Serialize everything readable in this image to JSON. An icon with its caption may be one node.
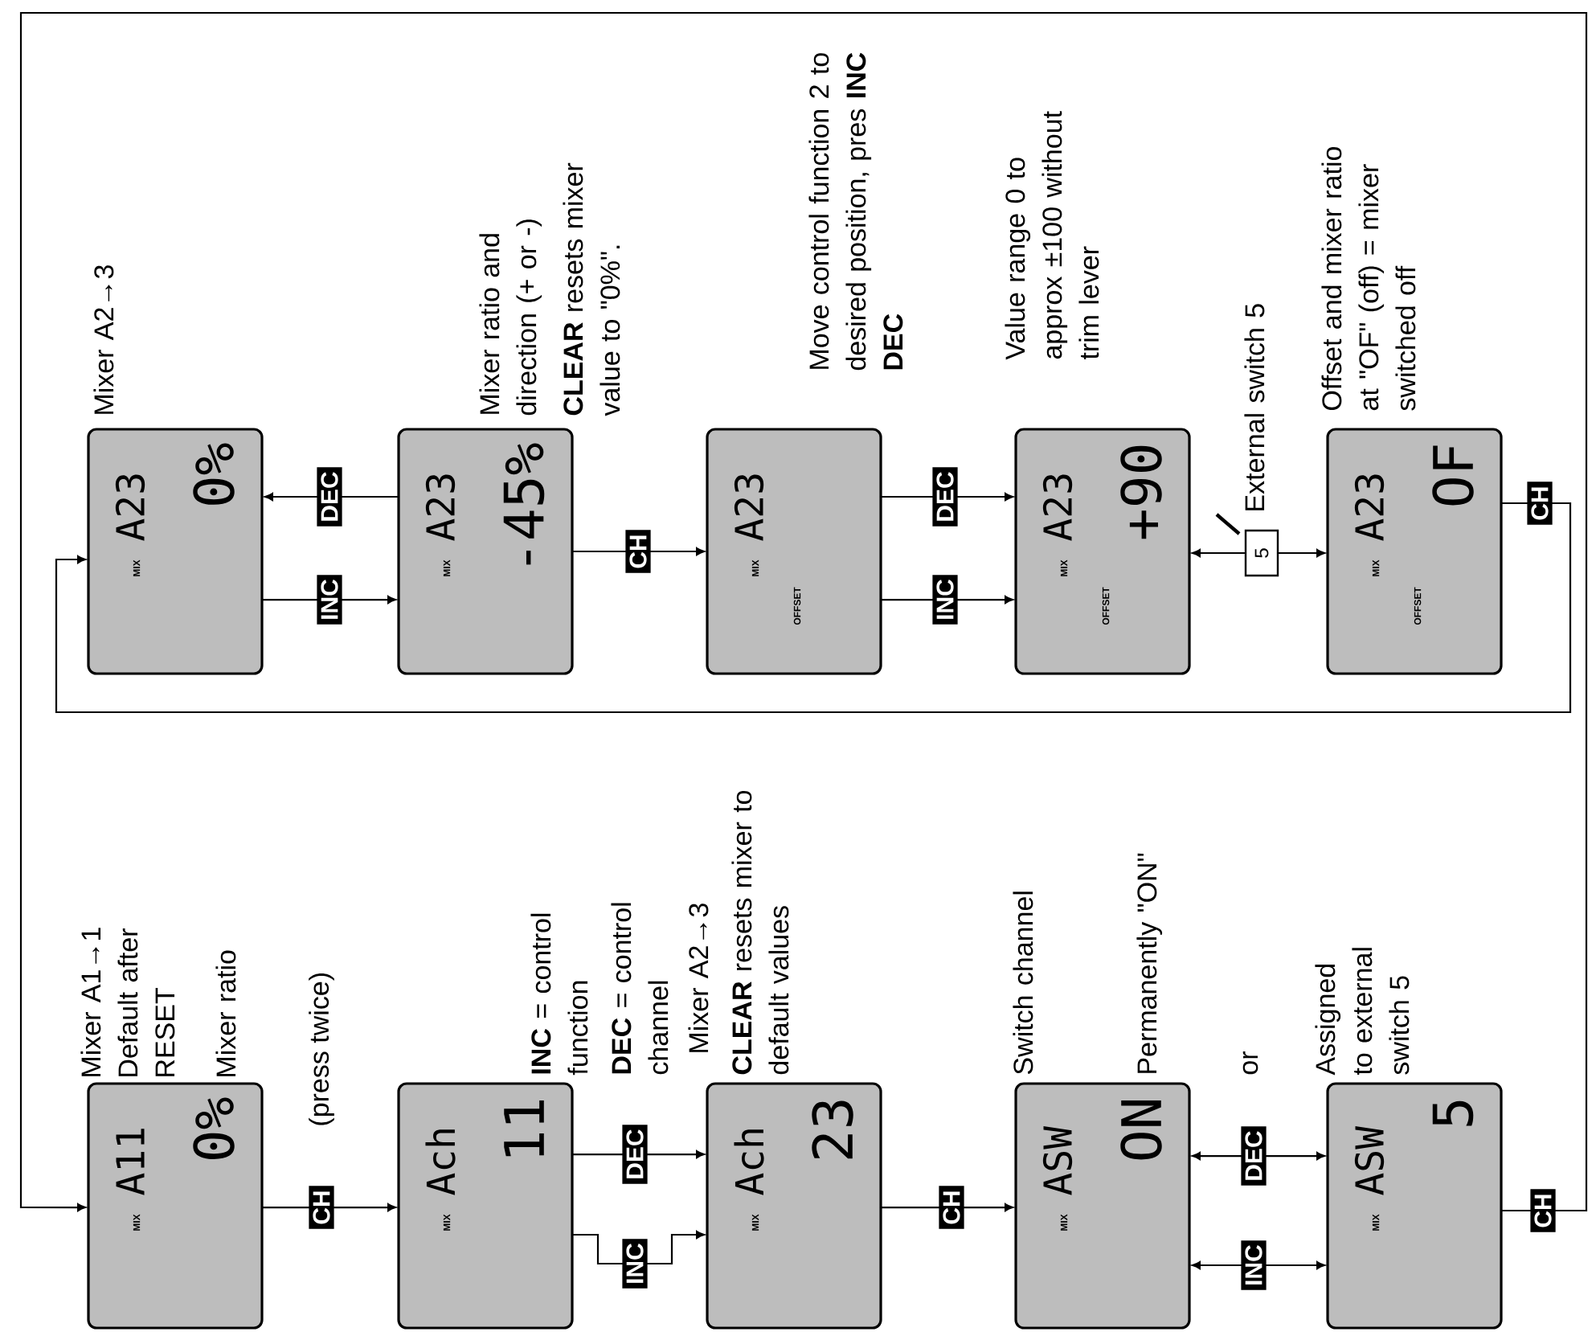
{
  "diagram": {
    "nodes": [
      {
        "text": [
          "MIX",
          "A11",
          "0%"
        ],
        "beside": [
          "Mixer A1→1 Default after RESET",
          "Mixer ratio"
        ]
      },
      {
        "text": [
          "MIX",
          "Ach",
          "11"
        ],
        "beside": [
          "**INC** = control function",
          "**DEC** = control channel"
        ]
      },
      {
        "text": [
          "MIX",
          "Ach",
          "23"
        ],
        "beside": [
          "Mixer A2→3",
          "**CLEAR** resets mixer to default values"
        ]
      },
      {
        "text": [
          "MIX",
          "ASW",
          "ON"
        ],
        "beside": [
          "Switch channel",
          "Permanently \"ON\""
        ]
      },
      {
        "text": [
          "MIX",
          "ASW",
          "5"
        ],
        "beside": [
          "Assigned to external switch 5"
        ]
      },
      {
        "text": [
          "MIX",
          "A23",
          "0%"
        ],
        "beside": [
          "Mixer A2→3"
        ]
      },
      {
        "text": [
          "MIX",
          "A23",
          "-45%"
        ],
        "beside": [
          "Mixer ratio and direction (+ or -)",
          "**CLEAR** resets mixer value to \"0%\"."
        ]
      },
      {
        "text": [
          "MIX",
          "A23",
          "OFFSET"
        ],
        "beside": [
          "Move control function 2 to desired position, pres **INC** **DEC**"
        ]
      },
      {
        "text": [
          "MIX",
          "A23",
          "OFFSET",
          "+90"
        ],
        "beside": [
          "Value range 0 to approx ±100 without trim lever"
        ]
      },
      {
        "text": [
          "5"
        ],
        "beside": [
          "External switch 5"
        ]
      },
      {
        "text": [
          "MIX",
          "A23",
          "OFFSET",
          "OF"
        ],
        "beside": [
          "Offset and mixer ratio at \"OF\" (off) = mixer switched off"
        ]
      }
    ],
    "edges": [
      {
        "from": 0,
        "to": 1,
        "arrow": "to",
        "label": "CH"
      },
      {
        "from": 1,
        "to": 2,
        "arrow": "to",
        "label": "INC"
      },
      {
        "from": 1,
        "to": 2,
        "arrow": "to",
        "label": "DEC"
      },
      {
        "from": 2,
        "to": 3,
        "arrow": "to",
        "label": "CH"
      },
      {
        "from": 3,
        "to": 4,
        "arrow": "both",
        "label": "INC"
      },
      {
        "from": 3,
        "to": 4,
        "arrow": "both",
        "label": "DEC"
      },
      {
        "from": 4,
        "to": 0,
        "arrow": "to",
        "label": "CH"
      },
      {
        "from": 5,
        "to": 6,
        "arrow": "to",
        "label": "INC"
      },
      {
        "from": 6,
        "to": 5,
        "arrow": "to",
        "label": "DEC"
      },
      {
        "from": 6,
        "to": 7,
        "arrow": "to",
        "label": "CH"
      },
      {
        "from": 7,
        "to": 8,
        "arrow": "to",
        "label": "INC"
      },
      {
        "from": 7,
        "to": 8,
        "arrow": "to",
        "label": "DEC"
      },
      {
        "from": 9,
        "to": 8,
        "arrow": "to"
      },
      {
        "from": 9,
        "to": 10,
        "arrow": "to"
      },
      {
        "from": 10,
        "to": 5,
        "arrow": "to",
        "label": "CH"
      }
    ],
    "labels": [
      "(press twice)",
      "or"
    ]
  }
}
